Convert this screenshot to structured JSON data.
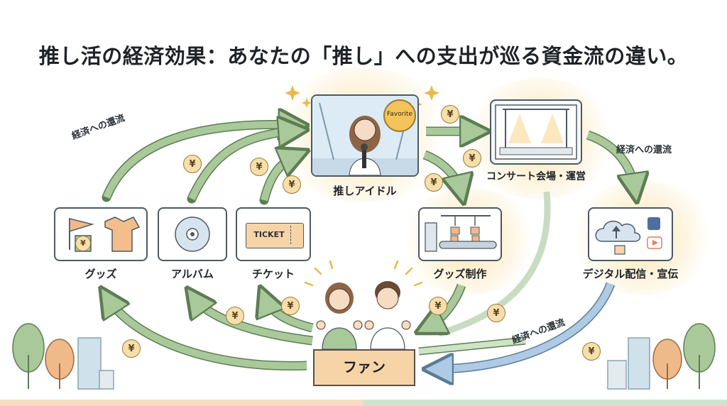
{
  "title": "推し活の経済効果：あなたの「推し」への支出が巡る資金流の違い。",
  "center": {
    "label": "推しアイドル",
    "badge": "Favorite"
  },
  "nodes": {
    "goods": "グッズ",
    "album": "アルバム",
    "ticket": "チケット",
    "ticket_text": "TICKET",
    "concert": "コンサート会場・運営",
    "goods_production": "グッズ制作",
    "digital": "デジタル配信・宣伝",
    "fan": "ファン"
  },
  "flow_labels": {
    "left_return": "経済への還流",
    "right_return": "経済への還流",
    "bottom_return": "経済への還流"
  },
  "coin_symbol": "¥",
  "colors": {
    "arrow_green": "#a9c99a",
    "arrow_stroke": "#5d7d54",
    "arrow_blue": "#aecbe3",
    "coin": "#f6dfaa",
    "fan_box": "#f7d4a7"
  }
}
